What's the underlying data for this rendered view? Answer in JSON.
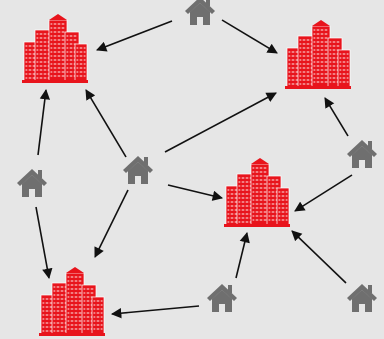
{
  "diagram": {
    "background": "#e6e6e6",
    "colors": {
      "building": "#e8141c",
      "building_highlight": "#ffffff",
      "house": "#6f6f6f",
      "arrow": "#111111"
    },
    "buildings": [
      {
        "id": "B1",
        "icon": "office-building-icon"
      },
      {
        "id": "B2",
        "icon": "office-building-icon"
      },
      {
        "id": "B3",
        "icon": "office-building-icon"
      },
      {
        "id": "B4",
        "icon": "office-building-icon"
      }
    ],
    "houses": [
      {
        "id": "H1",
        "icon": "house-icon"
      },
      {
        "id": "H2",
        "icon": "house-icon"
      },
      {
        "id": "H3",
        "icon": "house-icon"
      },
      {
        "id": "H4",
        "icon": "house-icon"
      },
      {
        "id": "H5",
        "icon": "house-icon"
      },
      {
        "id": "H6",
        "icon": "house-icon"
      }
    ],
    "edges": [
      {
        "from": "H1",
        "to": "B1"
      },
      {
        "from": "H1",
        "to": "B2"
      },
      {
        "from": "H3",
        "to": "B1"
      },
      {
        "from": "H3",
        "to": "B2"
      },
      {
        "from": "H3",
        "to": "B3"
      },
      {
        "from": "H3",
        "to": "B4"
      },
      {
        "from": "H2",
        "to": "B1"
      },
      {
        "from": "H2",
        "to": "B4"
      },
      {
        "from": "H4",
        "to": "B2"
      },
      {
        "from": "H4",
        "to": "B3"
      },
      {
        "from": "H5",
        "to": "B3"
      },
      {
        "from": "H5",
        "to": "B4"
      },
      {
        "from": "H6",
        "to": "B3"
      }
    ]
  }
}
